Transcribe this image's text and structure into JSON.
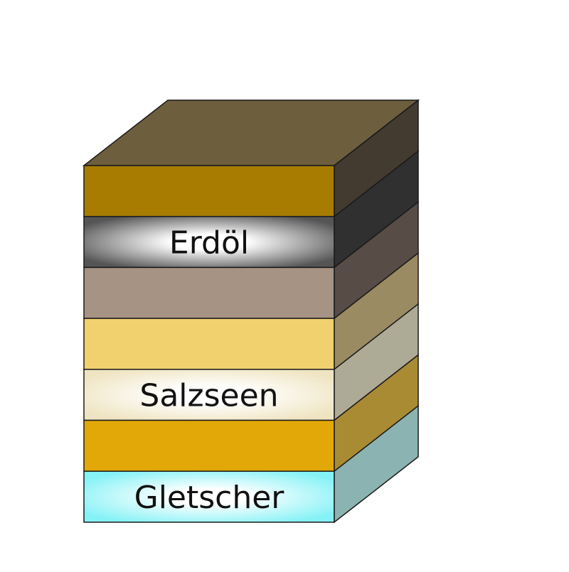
{
  "diagram": {
    "top_face_color": "#6d5e3d",
    "edge_color": "#1a1a1a",
    "layers": [
      {
        "id": "layer-1",
        "label": "",
        "front": "#a77c00",
        "side": "#433a30",
        "gradient": false
      },
      {
        "id": "layer-2",
        "label": "Erdöl",
        "front": "#ffffff",
        "front_edge": "#555555",
        "side": "#303030",
        "gradient": true
      },
      {
        "id": "layer-3",
        "label": "",
        "front": "#a69384",
        "side": "#574d46",
        "gradient": false
      },
      {
        "id": "layer-4",
        "label": "",
        "front": "#f1d16e",
        "side": "#9b8b62",
        "gradient": false
      },
      {
        "id": "layer-5",
        "label": "Salzseen",
        "front": "#ffffff",
        "front_edge": "#efe4c1",
        "side": "#adaa96",
        "gradient": true
      },
      {
        "id": "layer-6",
        "label": "",
        "front": "#e2a808",
        "side": "#a98b34",
        "gradient": false
      },
      {
        "id": "layer-7",
        "label": "Gletscher",
        "front": "#ffffff",
        "front_edge": "#84f2f6",
        "side": "#8bb3b1",
        "gradient": true
      }
    ]
  }
}
